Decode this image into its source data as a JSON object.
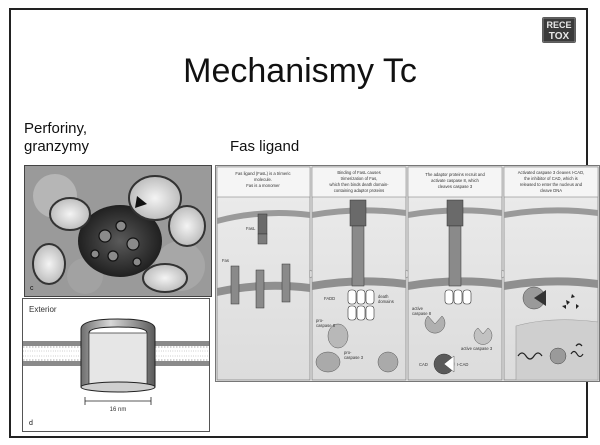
{
  "slide": {
    "title": "Mechanismy Tc",
    "left_label_line1": "Perforiny,",
    "left_label_line2": "granzymy",
    "fas_label": "Fas ligand"
  },
  "logo": {
    "line1": "RECE",
    "line2": "TOX"
  },
  "micrograph": {
    "panel_letter": "c"
  },
  "pore_diagram": {
    "exterior_label": "Exterior",
    "scale_label": "16 nm",
    "panel_letter": "d"
  },
  "fas_figure": {
    "panels": [
      {
        "caption": [
          "Fas ligand (FasL) is a trimeric",
          "molecule.",
          "Fas is a monomer"
        ],
        "labels": [
          "FasL",
          "Fas"
        ]
      },
      {
        "caption": [
          "Binding of FasL causes",
          "trimerization of Fas,",
          "which then binds death domain-",
          "containing adaptor proteins"
        ],
        "labels": [
          "FADD",
          "death",
          "domains",
          "pro-",
          "caspase 8",
          "pro-",
          "caspase 3"
        ]
      },
      {
        "caption": [
          "The adaptor proteins recruit and",
          "activate caspase 8, which",
          "cleaves caspase 3"
        ],
        "labels": [
          "active",
          "caspase 8",
          "active caspase 3",
          "CAD",
          "I-CAD"
        ]
      },
      {
        "caption": [
          "Activated caspase 3 cleaves I-CAD,",
          "the inhibitor of CAD, which is",
          "released to enter the nucleus and",
          "cleave DNA"
        ],
        "labels": []
      }
    ]
  }
}
